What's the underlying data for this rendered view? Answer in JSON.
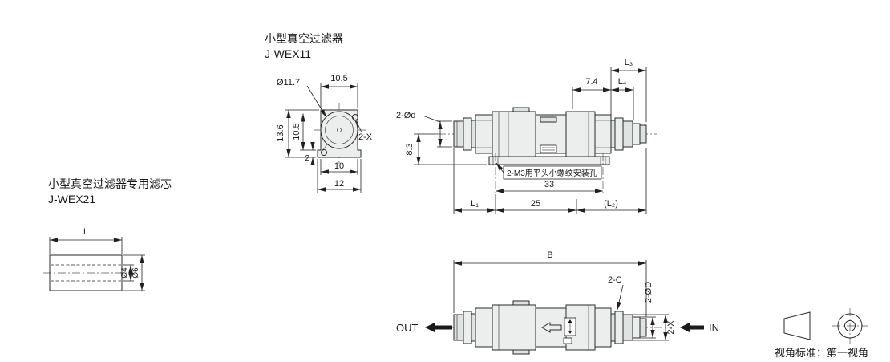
{
  "colors": {
    "accent": "#00a0e9",
    "red": "#e60012",
    "line": "#231f20"
  },
  "header": {
    "filter": {
      "title": "小型真空过滤器",
      "code": "J-WEX11"
    },
    "cartridge": {
      "title": "小型真空过滤器专用滤芯",
      "code": "J-WEX21"
    }
  },
  "end_view": {
    "dia": "Ø11.7",
    "top_width": "10.5",
    "height_total": "13.6",
    "height_upper": "10.5",
    "flange": "2",
    "bottom_inner": "10",
    "bottom_outer": "12",
    "holes": "2-X"
  },
  "side_view": {
    "l3": "L₃",
    "seg74": "7.4",
    "l4": "L₄",
    "ports": "2-Ød",
    "h83": "8.3",
    "d33": "33",
    "d25": "25",
    "l1": "L₁",
    "l2": "(L₂)",
    "callout": "2-M3用平头小螺纹安装孔"
  },
  "flow_view": {
    "b": "B",
    "c": "2-C",
    "d": "2-ØD",
    "x": "2-X",
    "out": "OUT",
    "in_label": "IN"
  },
  "cartridge_view": {
    "l": "L",
    "d4": "Ø4",
    "d6": "Ø6"
  },
  "projection": {
    "label": "视角标准：第一视角"
  }
}
